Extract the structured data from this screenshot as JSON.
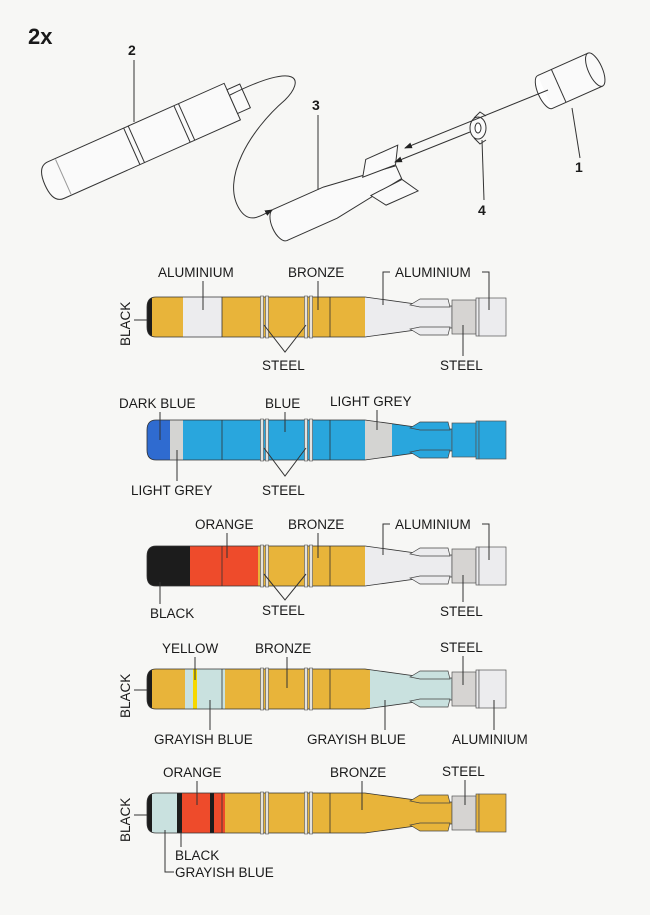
{
  "header": {
    "multiplier": "2x"
  },
  "assembly": {
    "part_numbers": [
      "1",
      "2",
      "3",
      "4"
    ]
  },
  "colors": {
    "black": "#1c1c1c",
    "bronze": "#e8b43a",
    "aluminium": "#ececee",
    "steel": "#d6d4d2",
    "blue": "#29a6dd",
    "dark_blue": "#2f6bd0",
    "light_grey": "#d4d4d2",
    "orange": "#ee4b2b",
    "grayish_blue": "#c9e1df",
    "yellow": "#f6d800"
  },
  "schemes": [
    {
      "labels": [
        "ALUMINIUM",
        "BRONZE",
        "ALUMINIUM",
        "BLACK",
        "STEEL",
        "STEEL"
      ]
    },
    {
      "labels": [
        "DARK BLUE",
        "BLUE",
        "LIGHT GREY",
        "LIGHT GREY",
        "STEEL"
      ]
    },
    {
      "labels": [
        "ORANGE",
        "BRONZE",
        "ALUMINIUM",
        "BLACK",
        "STEEL",
        "STEEL"
      ]
    },
    {
      "labels": [
        "YELLOW",
        "BRONZE",
        "STEEL",
        "BLACK",
        "GRAYISH BLUE",
        "GRAYISH BLUE",
        "ALUMINIUM"
      ]
    },
    {
      "labels": [
        "ORANGE",
        "BRONZE",
        "STEEL",
        "BLACK",
        "BLACK",
        "GRAYISH BLUE"
      ]
    }
  ]
}
